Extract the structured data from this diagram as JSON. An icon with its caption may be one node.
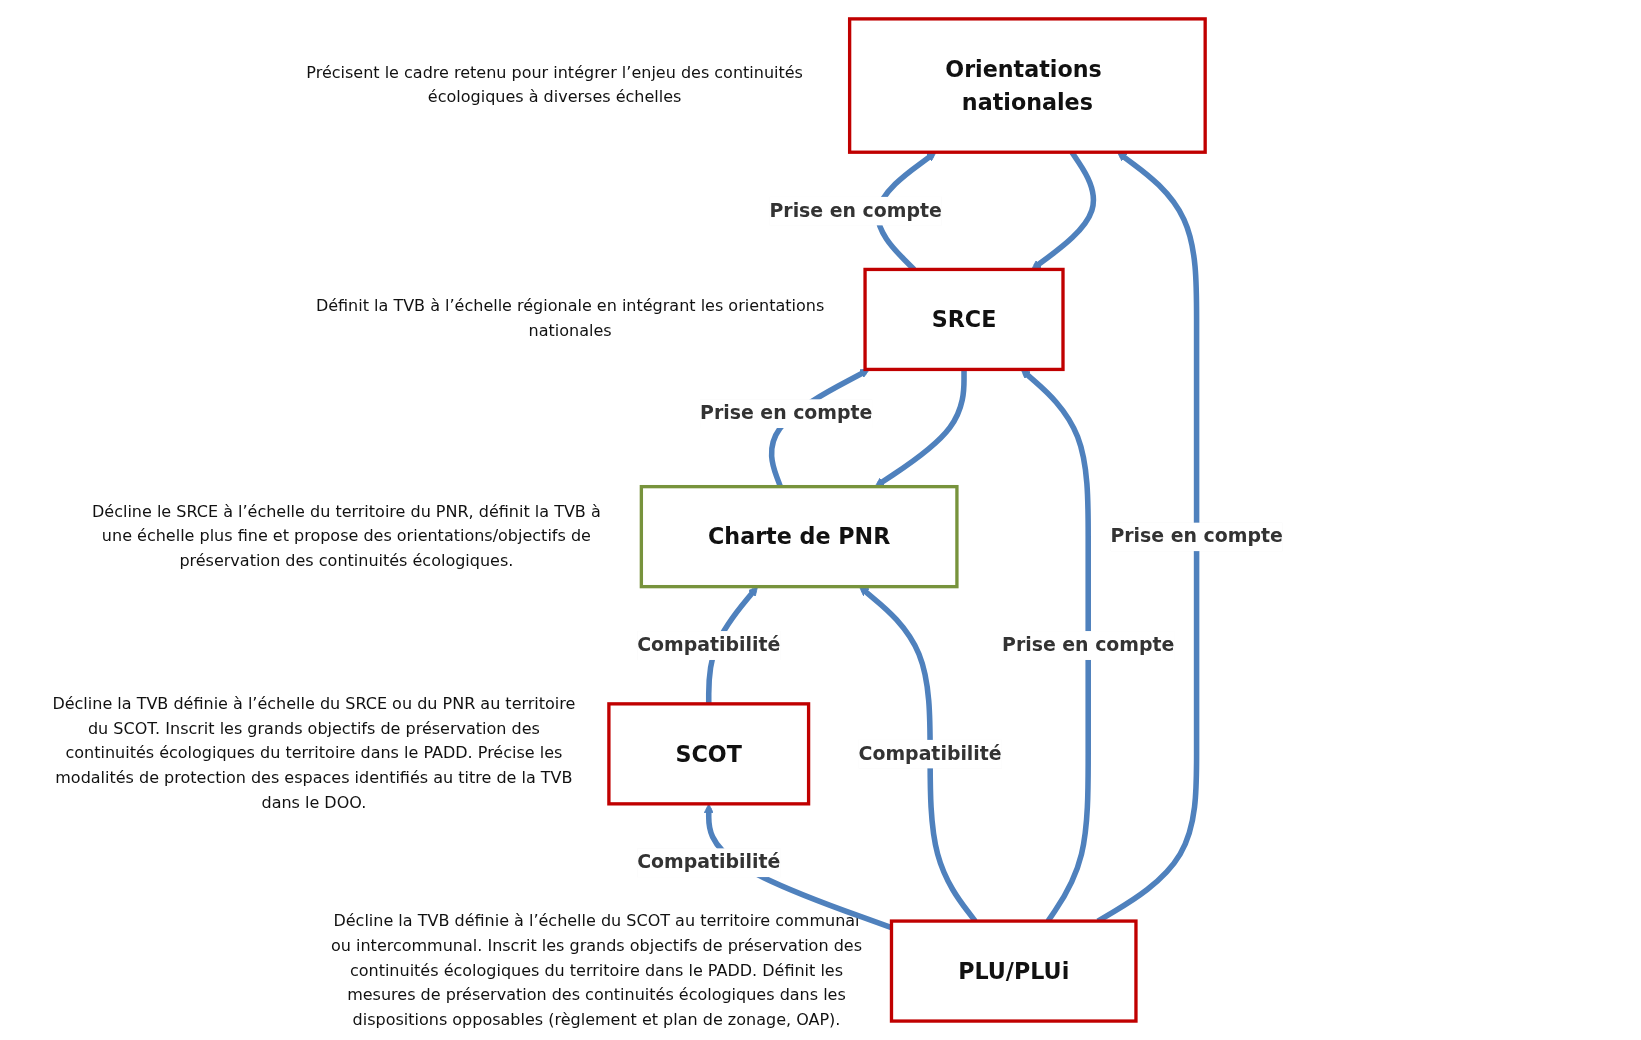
{
  "diagram": {
    "nodes": [
      {
        "text": [
          "Orientations nationales"
        ],
        "beside": [
          "Précisent le cadre retenu pour intégrer l’enjeu des continuités écologiques à diverses échelles"
        ]
      },
      {
        "text": [
          "SRCE"
        ],
        "beside": [
          "Définit la TVB à l’échelle régionale en intégrant les orientations nationales"
        ]
      },
      {
        "text": [
          "Charte de PNR"
        ],
        "beside": [
          "Décline le SRCE à l’échelle du territoire du PNR, définit la TVB à une échelle plus fine et propose des orientations/objectifs de préservation des continuités écologiques."
        ]
      },
      {
        "text": [
          "SCOT"
        ],
        "beside": [
          "Décline la TVB définie à l’échelle du SRCE ou du PNR au territoire du SCOT. Inscrit les grands objectifs de préservation des continuités écologiques du territoire dans le PADD. Précise les modalités de protection des espaces identifiés au titre de la TVB dans le DOO."
        ]
      },
      {
        "text": [
          "PLU/PLUi"
        ],
        "beside": [
          "Décline la TVB définie à l’échelle du SCOT au territoire communal ou intercommunal. Inscrit les grands objectifs de préservation des continuités écologiques du territoire dans le PADD. Définit les mesures de préservation des continuités écologiques dans les dispositions opposables (règlement et plan de zonage, OAP)."
        ]
      }
    ],
    "edges": [
      {
        "from": 0,
        "to": 1,
        "arrow": "to"
      },
      {
        "from": 1,
        "to": 0,
        "arrow": "to",
        "label": "Prise en compte"
      },
      {
        "from": 1,
        "to": 2,
        "arrow": "to"
      },
      {
        "from": 2,
        "to": 1,
        "arrow": "to",
        "label": "Prise en compte"
      },
      {
        "from": 3,
        "to": 2,
        "arrow": "to",
        "label": "Compatibilité"
      },
      {
        "from": 4,
        "to": 3,
        "arrow": "to",
        "label": "Compatibilité"
      },
      {
        "from": 4,
        "to": 2,
        "arrow": "to",
        "label": "Compatibilité"
      },
      {
        "from": 4,
        "to": 1,
        "arrow": "to",
        "label": "Prise en compte"
      },
      {
        "from": 4,
        "to": 0,
        "arrow": "to",
        "label": "Prise en compte"
      }
    ]
  }
}
